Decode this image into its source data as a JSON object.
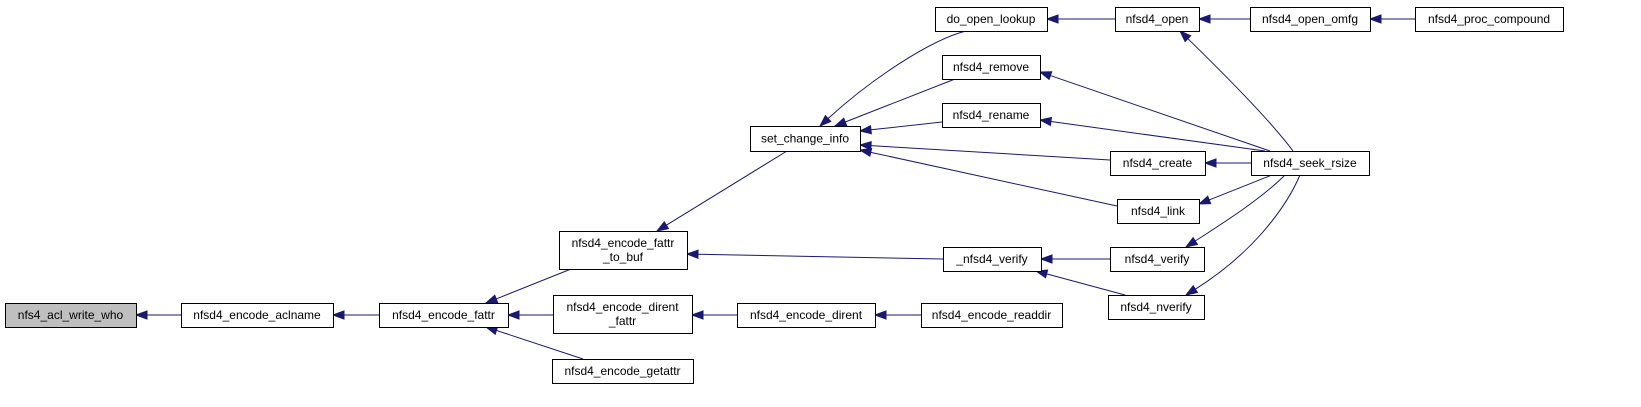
{
  "colors": {
    "node_fill": "#ffffff",
    "root_fill": "#bfbfbf",
    "node_border": "#000000",
    "edge": "#191970"
  },
  "nodes": [
    {
      "id": "nfs4_acl_write_who",
      "lines": [
        "nfs4_acl_write_who"
      ],
      "root": true
    },
    {
      "id": "nfsd4_encode_aclname",
      "lines": [
        "nfsd4_encode_aclname"
      ]
    },
    {
      "id": "nfsd4_encode_fattr",
      "lines": [
        "nfsd4_encode_fattr"
      ]
    },
    {
      "id": "nfsd4_encode_fattr_to_buf",
      "lines": [
        "nfsd4_encode_fattr",
        "_to_buf"
      ]
    },
    {
      "id": "nfsd4_encode_dirent_fattr",
      "lines": [
        "nfsd4_encode_dirent",
        "_fattr"
      ]
    },
    {
      "id": "nfsd4_encode_getattr",
      "lines": [
        "nfsd4_encode_getattr"
      ]
    },
    {
      "id": "set_change_info",
      "lines": [
        "set_change_info"
      ]
    },
    {
      "id": "_nfsd4_verify",
      "lines": [
        "_nfsd4_verify"
      ]
    },
    {
      "id": "nfsd4_encode_dirent",
      "lines": [
        "nfsd4_encode_dirent"
      ]
    },
    {
      "id": "nfsd4_encode_readdir",
      "lines": [
        "nfsd4_encode_readdir"
      ]
    },
    {
      "id": "do_open_lookup",
      "lines": [
        "do_open_lookup"
      ]
    },
    {
      "id": "nfsd4_remove",
      "lines": [
        "nfsd4_remove"
      ]
    },
    {
      "id": "nfsd4_rename",
      "lines": [
        "nfsd4_rename"
      ]
    },
    {
      "id": "nfsd4_create",
      "lines": [
        "nfsd4_create"
      ]
    },
    {
      "id": "nfsd4_link",
      "lines": [
        "nfsd4_link"
      ]
    },
    {
      "id": "nfsd4_verify",
      "lines": [
        "nfsd4_verify"
      ]
    },
    {
      "id": "nfsd4_nverify",
      "lines": [
        "nfsd4_nverify"
      ]
    },
    {
      "id": "nfsd4_open",
      "lines": [
        "nfsd4_open"
      ]
    },
    {
      "id": "nfsd4_open_omfg",
      "lines": [
        "nfsd4_open_omfg"
      ]
    },
    {
      "id": "nfsd4_proc_compound",
      "lines": [
        "nfsd4_proc_compound"
      ]
    },
    {
      "id": "nfsd4_seek_rsize",
      "lines": [
        "nfsd4_seek_rsize"
      ]
    }
  ],
  "edges": [
    {
      "from": "nfsd4_encode_aclname",
      "to": "nfs4_acl_write_who"
    },
    {
      "from": "nfsd4_encode_fattr",
      "to": "nfsd4_encode_aclname"
    },
    {
      "from": "nfsd4_encode_fattr_to_buf",
      "to": "nfsd4_encode_fattr"
    },
    {
      "from": "nfsd4_encode_dirent_fattr",
      "to": "nfsd4_encode_fattr"
    },
    {
      "from": "nfsd4_encode_getattr",
      "to": "nfsd4_encode_fattr"
    },
    {
      "from": "set_change_info",
      "to": "nfsd4_encode_fattr_to_buf"
    },
    {
      "from": "_nfsd4_verify",
      "to": "nfsd4_encode_fattr_to_buf"
    },
    {
      "from": "nfsd4_encode_dirent",
      "to": "nfsd4_encode_dirent_fattr"
    },
    {
      "from": "nfsd4_encode_readdir",
      "to": "nfsd4_encode_dirent"
    },
    {
      "from": "do_open_lookup",
      "to": "set_change_info"
    },
    {
      "from": "nfsd4_remove",
      "to": "set_change_info"
    },
    {
      "from": "nfsd4_rename",
      "to": "set_change_info"
    },
    {
      "from": "nfsd4_create",
      "to": "set_change_info"
    },
    {
      "from": "nfsd4_link",
      "to": "set_change_info"
    },
    {
      "from": "nfsd4_verify",
      "to": "_nfsd4_verify"
    },
    {
      "from": "nfsd4_nverify",
      "to": "_nfsd4_verify"
    },
    {
      "from": "nfsd4_open",
      "to": "do_open_lookup"
    },
    {
      "from": "nfsd4_open_omfg",
      "to": "nfsd4_open"
    },
    {
      "from": "nfsd4_proc_compound",
      "to": "nfsd4_open_omfg"
    },
    {
      "from": "nfsd4_seek_rsize",
      "to": "nfsd4_open"
    },
    {
      "from": "nfsd4_seek_rsize",
      "to": "nfsd4_remove"
    },
    {
      "from": "nfsd4_seek_rsize",
      "to": "nfsd4_rename"
    },
    {
      "from": "nfsd4_seek_rsize",
      "to": "nfsd4_create"
    },
    {
      "from": "nfsd4_seek_rsize",
      "to": "nfsd4_link"
    },
    {
      "from": "nfsd4_seek_rsize",
      "to": "nfsd4_verify"
    },
    {
      "from": "nfsd4_seek_rsize",
      "to": "nfsd4_nverify"
    }
  ]
}
